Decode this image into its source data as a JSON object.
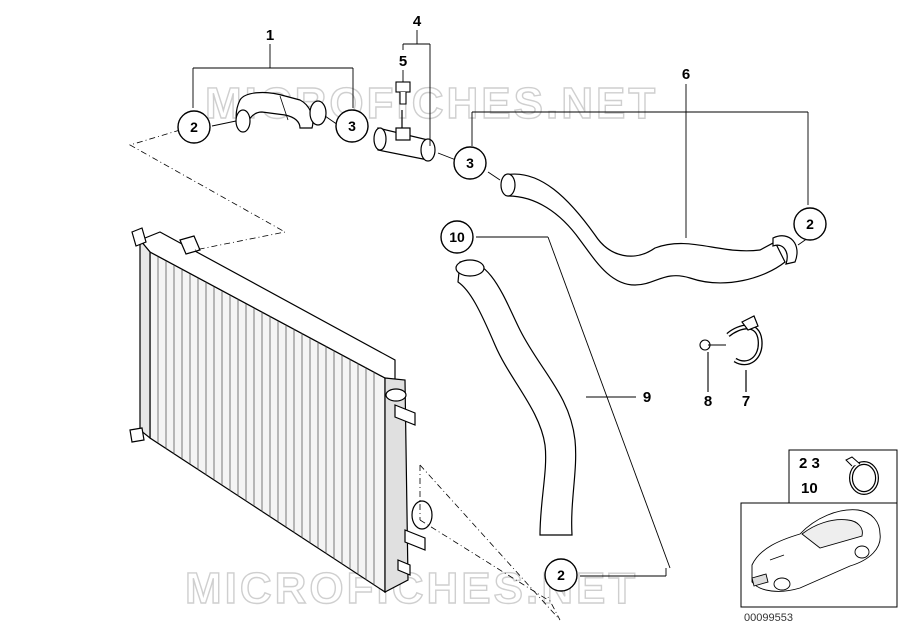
{
  "watermark": "MICROFICHES.NET",
  "parts": {
    "p1": "1",
    "p4": "4",
    "p5": "5",
    "p6": "6",
    "p7": "7",
    "p8": "8",
    "p9": "9"
  },
  "callouts": {
    "c2a": "2",
    "c3a": "3",
    "c3b": "3",
    "c2b": "2",
    "c10": "10",
    "c2c": "2"
  },
  "inset": {
    "row1": "2   3",
    "row2": "10"
  },
  "reference_number": "00099553"
}
